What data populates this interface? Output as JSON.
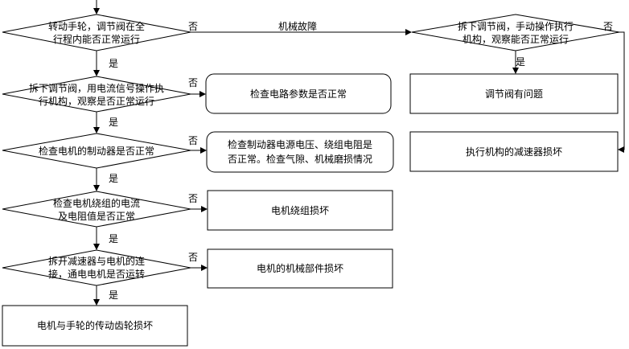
{
  "decisions": {
    "d1": {
      "line1": "转动手轮，调节阀在全",
      "line2": "行程内能否正常运行"
    },
    "d2": {
      "line1": "拆下调节阀，用电流信号操作执",
      "line2": "行机构，观察是否正常运行"
    },
    "d3": {
      "line1": "检查电机的制动器是否正常"
    },
    "d4": {
      "line1": "检查电机绕组的电流",
      "line2": "及电阻值是否正常"
    },
    "d5": {
      "line1": "拆开减速器与电机的连",
      "line2": "接，通电电机是否运转"
    },
    "d6": {
      "line1": "拆下调节阀，手动操作执行",
      "line2": "机构，观察能否正常运行"
    }
  },
  "boxes": {
    "b1": {
      "text": "检查电路参数是否正常"
    },
    "b2": {
      "line1": "检查制动器电源电压、绕组电阻是",
      "line2": "否正常。检查气隙、机械磨损情况"
    },
    "b3": {
      "text": "电机绕组损坏"
    },
    "b4": {
      "text": "电机的机械部件损坏"
    },
    "b5": {
      "text": "电机与手轮的传动齿轮损坏"
    },
    "b6": {
      "text": "调节阀有问题"
    },
    "b7": {
      "text": "执行机构的减速器损坏"
    }
  },
  "labels": {
    "yes": "是",
    "no": "否",
    "mech_fault": "机械故障"
  }
}
